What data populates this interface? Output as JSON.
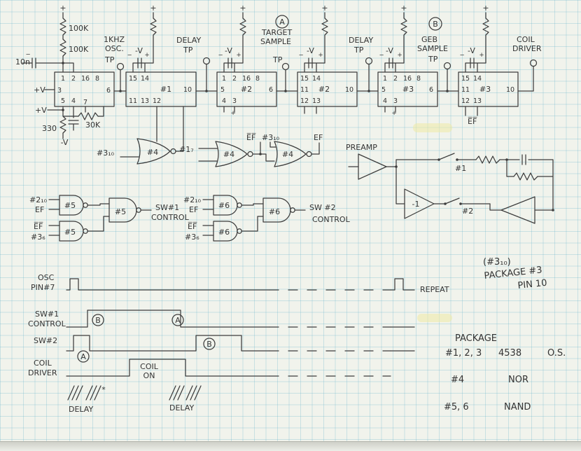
{
  "sym": {
    "plus": "+",
    "minus": "−",
    "star": "*"
  },
  "top": {
    "r1": "100K",
    "r2": "100K",
    "cap": "10n",
    "minus_v": "-V",
    "plus_v": "+V",
    "osc1": "1KHZ",
    "osc2": "OSC.",
    "tp": "TP",
    "delay": "DELAY",
    "a": "A",
    "b": "B",
    "target1": "TARGET",
    "target2": "SAMPLE",
    "geb1": "GEB",
    "geb2": "SAMPLE",
    "coil1": "COIL",
    "coil2": "DRIVER"
  },
  "ics": {
    "u1a": {
      "pins_top": [
        "1",
        "2",
        "16",
        "8"
      ],
      "p3": "3",
      "p5": "5",
      "p4": "4",
      "p7": "7",
      "p6": "6"
    },
    "u1b": {
      "p15": "15",
      "p14": "14",
      "label": "#1",
      "p11": "11",
      "p13": "13",
      "p12": "12",
      "p10": "10"
    },
    "u2a": {
      "pins_top": [
        "1",
        "2",
        "16",
        "8"
      ],
      "p5": "5",
      "label": "#2",
      "p6": "6",
      "p4": "4",
      "p3": "3"
    },
    "u2b": {
      "p15": "15",
      "p14": "14",
      "p11": "11",
      "label": "#2",
      "p10": "10",
      "p12": "12",
      "p13": "13"
    },
    "u3a": {
      "pins_top": [
        "1",
        "2",
        "16",
        "8"
      ],
      "p5": "5",
      "label": "#3",
      "p6": "6",
      "p4": "4",
      "p3": "3"
    },
    "u3b": {
      "p15": "15",
      "p14": "14",
      "p11": "11",
      "label": "#3",
      "p10": "10",
      "p12": "12",
      "p13": "13"
    }
  },
  "mid": {
    "r330": "330",
    "r30k": "30K",
    "minus_v": "-V",
    "plus_v": "+V",
    "g4": "#4",
    "in3_10": "#3₁₀",
    "in1_7": "#1₇",
    "efbar": "E̅F̅",
    "ef": "EF",
    "preamp": "PREAMP",
    "neg1": "-1",
    "sw1": "#1",
    "sw2": "#2"
  },
  "gates": {
    "in2_10": "#2₁₀",
    "ef": "EF",
    "efbar": "E̅F̅",
    "in3_6": "#3₆",
    "g5": "#5",
    "g6": "#6",
    "sw1a": "SW#1",
    "sw1b": "CONTROL",
    "sw2a": "SW #2",
    "sw2b": "CONTROL"
  },
  "timing": {
    "osc1": "OSC",
    "osc2": "PIN#7",
    "sw1a": "SW#1",
    "sw1b": "CONTROL",
    "sw2": "SW#2",
    "coil1": "COIL",
    "coil2": "DRIVER",
    "repeat": "REPEAT",
    "con1": "COIL",
    "con2": "ON",
    "delay": "DELAY",
    "a": "A",
    "b": "B"
  },
  "notes": {
    "ref": "(#3₁₀)",
    "pkg3a": "PACKAGE #3",
    "pkg3b": "PIN 10",
    "pkg": "PACKAGE",
    "nums": "#1, 2, 3",
    "chip": "4538",
    "os": "O.S.",
    "g4": "#4",
    "nor": "NOR",
    "g56": "#5, 6",
    "nand": "NAND"
  },
  "colors": {
    "ink": "#3c3c3c",
    "grid": "#bcdde8",
    "paper": "#f1f3ec",
    "highlight": "#efe9a6"
  }
}
